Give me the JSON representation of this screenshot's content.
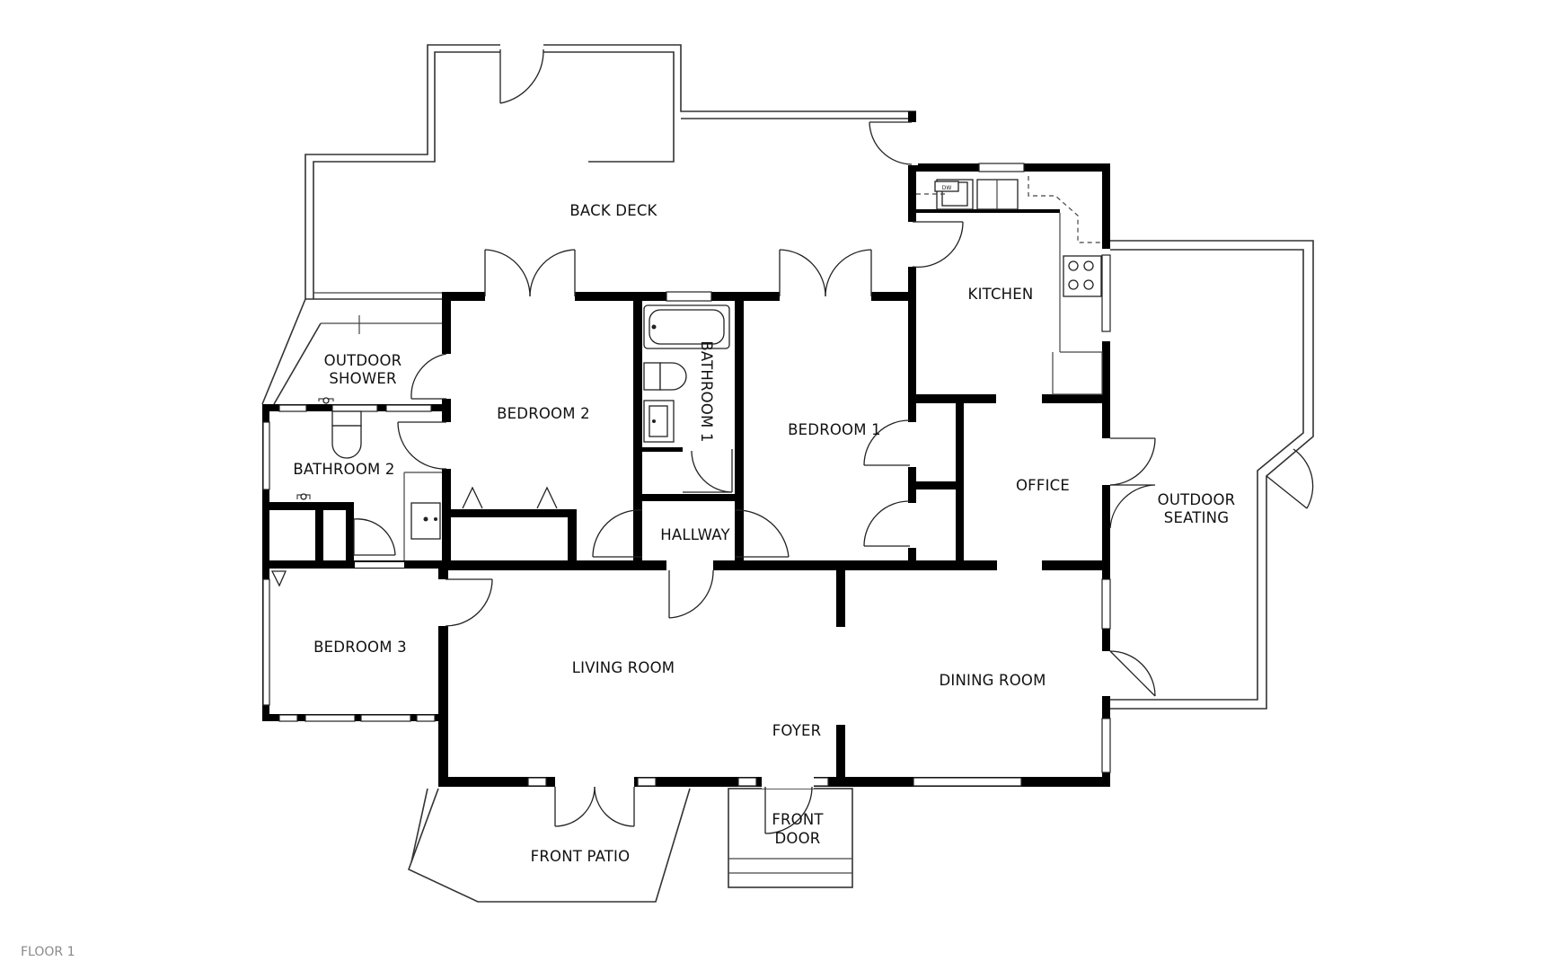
{
  "floor_label": "FLOOR 1",
  "rooms": {
    "back_deck": "BACK DECK",
    "kitchen": "KITCHEN",
    "outdoor_shower_1": "OUTDOOR",
    "outdoor_shower_2": "SHOWER",
    "bedroom_2": "BEDROOM 2",
    "bathroom_1": "BATHROOM 1",
    "bedroom_1": "BEDROOM 1",
    "bathroom_2": "BATHROOM 2",
    "office": "OFFICE",
    "outdoor_seating_1": "OUTDOOR",
    "outdoor_seating_2": "SEATING",
    "hallway": "HALLWAY",
    "bedroom_3": "BEDROOM 3",
    "living_room": "LIVING ROOM",
    "dining_room": "DINING ROOM",
    "foyer": "FOYER",
    "front_door_1": "FRONT",
    "front_door_2": "DOOR",
    "front_patio": "FRONT PATIO"
  },
  "appliances": {
    "dishwasher": "DW"
  }
}
